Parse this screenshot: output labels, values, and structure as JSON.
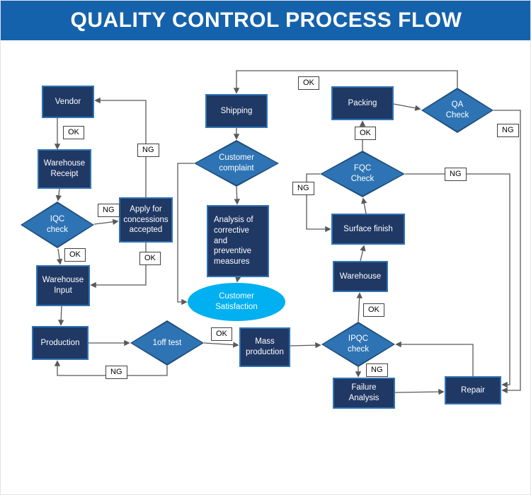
{
  "header": {
    "title": "QUALITY CONTROL PROCESS FLOW"
  },
  "colors": {
    "header_bg": "#1562ac",
    "rect_fill": "#203864",
    "rect_border": "#2e74b5",
    "diamond_fill": "#2e74b5",
    "diamond_border": "#1f4e79",
    "ellipse_fill": "#00b0f0",
    "line_color": "#595959",
    "label_border": "#404040"
  },
  "nodes": {
    "vendor": {
      "label": "Vendor"
    },
    "warehouse_receipt": {
      "label": "Warehouse\nReceipt"
    },
    "iqc_check": {
      "label": "IQC\ncheck"
    },
    "apply_concessions": {
      "label": "Apply for\nconcessions\naccepted"
    },
    "warehouse_input": {
      "label": "Warehouse\nInput"
    },
    "production": {
      "label": "Production"
    },
    "one_off_test": {
      "label": "1off test"
    },
    "mass_production": {
      "label": "Mass\nproduction"
    },
    "ipqc_check": {
      "label": "IPQC\ncheck"
    },
    "failure_analysis": {
      "label": "Failure\nAnalysis"
    },
    "repair": {
      "label": "Repair"
    },
    "warehouse": {
      "label": "Warehouse"
    },
    "surface_finish": {
      "label": "Surface finish"
    },
    "fqc_check": {
      "label": "FQC\nCheck"
    },
    "packing": {
      "label": "Packing"
    },
    "qa_check": {
      "label": "QA\nCheck"
    },
    "shipping": {
      "label": "Shipping"
    },
    "customer_complaint": {
      "label": "Customer\ncomplaint"
    },
    "analysis_corrective": {
      "label": "Analysis of\ncorrective\nand\npreventive\nmeasures"
    },
    "customer_satisfaction": {
      "label": "Customer\nSatisfaction"
    }
  },
  "edge_labels": {
    "vendor_to_receipt": "OK",
    "iqc_to_concessions": "NG",
    "concessions_to_vendor": "NG",
    "concessions_to_input": "OK",
    "iqc_to_input": "OK",
    "oneoff_loop": "NG",
    "oneoff_to_mass": "OK",
    "ipqc_to_failure": "NG",
    "ipqc_to_warehouse": "OK",
    "fqc_to_packing": "OK",
    "fqc_to_surface": "NG",
    "fqc_to_repair": "NG",
    "qa_to_shipping": "OK",
    "qa_to_repair": "NG"
  }
}
